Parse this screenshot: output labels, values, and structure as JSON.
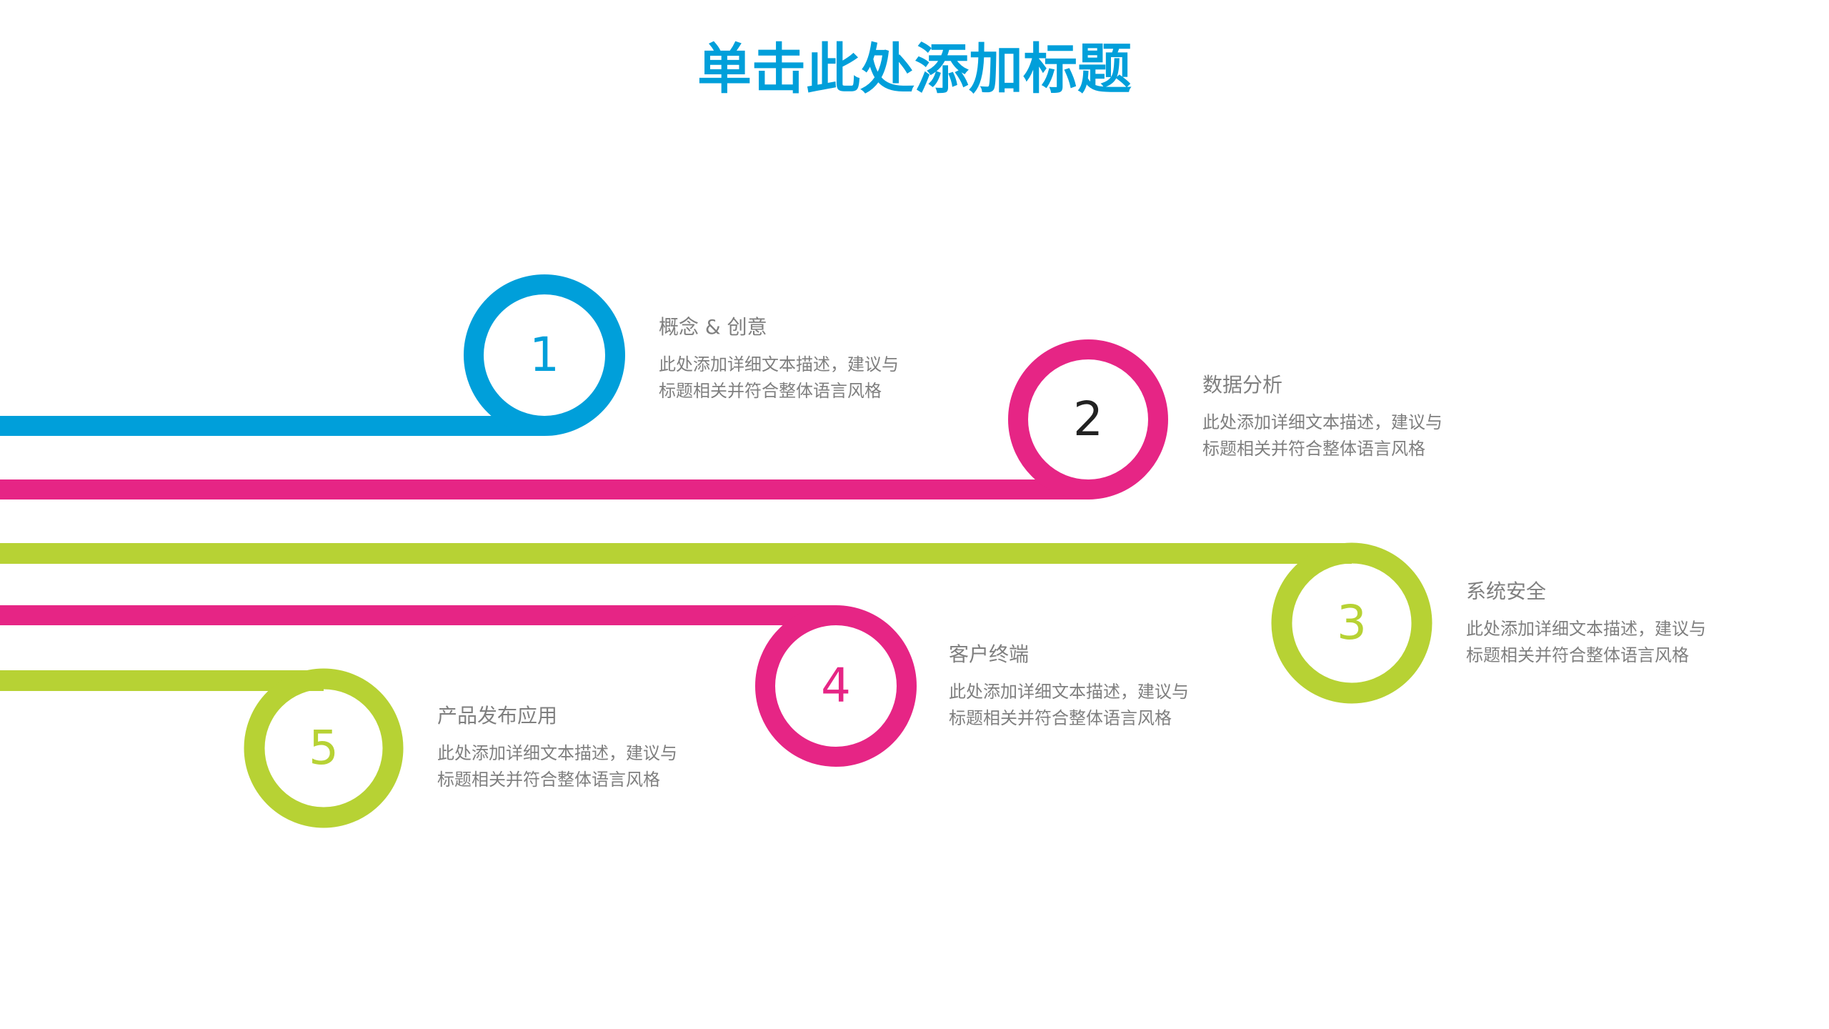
{
  "slide": {
    "title": "单击此处添加标题",
    "colors": {
      "title": "#009FDA",
      "blue": "#009FDA",
      "pink": "#E62585",
      "green": "#B7D234",
      "text": "#7F7F7F",
      "dark_number": "#222222"
    },
    "items": [
      {
        "number": "1",
        "color": "blue",
        "title": "概念 & 创意",
        "desc_line1": "此处添加详细文本描述，建议与",
        "desc_line2": "标题相关并符合整体语言风格"
      },
      {
        "number": "2",
        "color": "pink",
        "title": "数据分析",
        "desc_line1": "此处添加详细文本描述，建议与",
        "desc_line2": "标题相关并符合整体语言风格"
      },
      {
        "number": "3",
        "color": "green",
        "title": "系统安全",
        "desc_line1": "此处添加详细文本描述，建议与",
        "desc_line2": "标题相关并符合整体语言风格"
      },
      {
        "number": "4",
        "color": "pink",
        "title": "客户终端",
        "desc_line1": "此处添加详细文本描述，建议与",
        "desc_line2": "标题相关并符合整体语言风格"
      },
      {
        "number": "5",
        "color": "green",
        "title": "产品发布应用",
        "desc_line1": "此处添加详细文本描述，建议与",
        "desc_line2": "标题相关并符合整体语言风格"
      }
    ]
  }
}
